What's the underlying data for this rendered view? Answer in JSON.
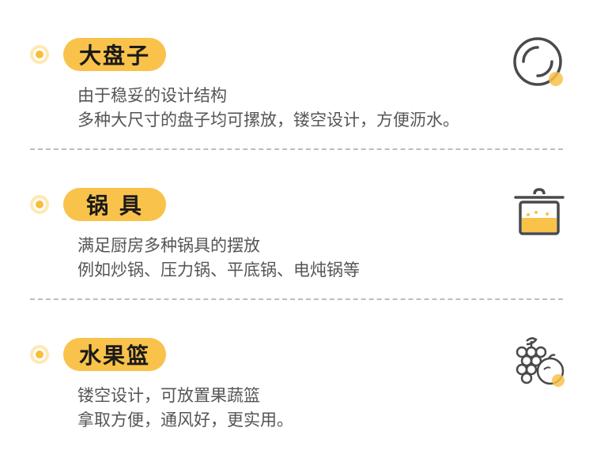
{
  "sections": [
    {
      "title": "大盘子",
      "lines": [
        "由于稳妥的设计结构",
        "多种大尺寸的盘子均可摞放，镂空设计，方便沥水。"
      ],
      "icon": "plate-icon"
    },
    {
      "title": "锅 具",
      "lines": [
        "满足厨房多种锅具的摆放",
        "例如炒锅、压力锅、平底锅、电炖锅等"
      ],
      "icon": "pot-icon"
    },
    {
      "title": "水果篮",
      "lines": [
        "镂空设计，可放置果蔬篮",
        "拿取方便，通风好，更实用。"
      ],
      "icon": "fruit-icon"
    }
  ],
  "colors": {
    "accent": "#f9c24a",
    "bullet_ring": "#ffe9b3",
    "text": "#555555",
    "icon_stroke": "#4a4a4a",
    "divider": "#bdbdbd"
  }
}
